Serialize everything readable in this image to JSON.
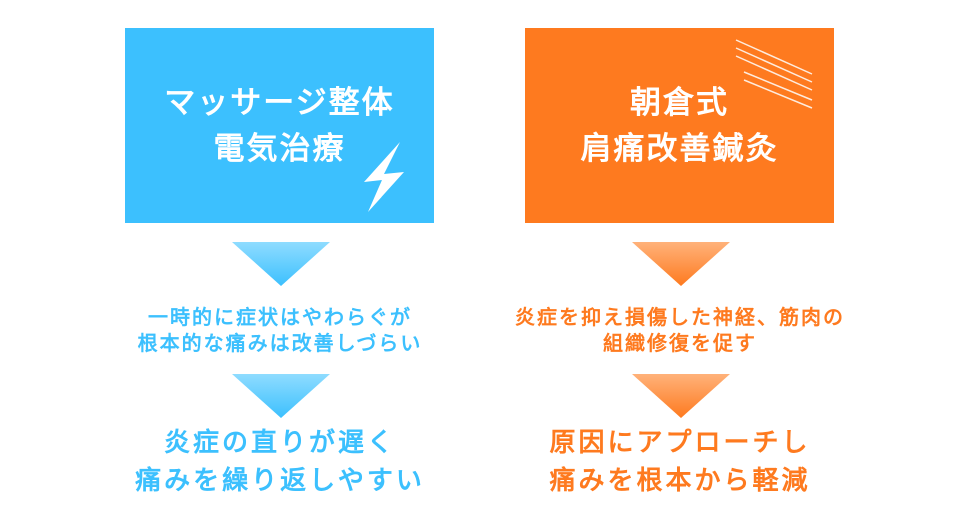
{
  "left": {
    "title": [
      "マッサージ整体",
      "電気治療"
    ],
    "effect": [
      "一時的に症状はやわらぐが",
      "根本的な痛みは改善しづらい"
    ],
    "result": [
      "炎症の直りが遅く",
      "痛みを繰り返しやすい"
    ],
    "color": "#3cc0fe"
  },
  "right": {
    "title": [
      "朝倉式",
      "肩痛改善鍼灸"
    ],
    "effect": [
      "炎症を抑え損傷した神経、筋肉の",
      "組織修復を促す"
    ],
    "result": [
      "原因にアプローチし",
      "痛みを根本から軽減"
    ],
    "color": "#fe7a1f"
  }
}
